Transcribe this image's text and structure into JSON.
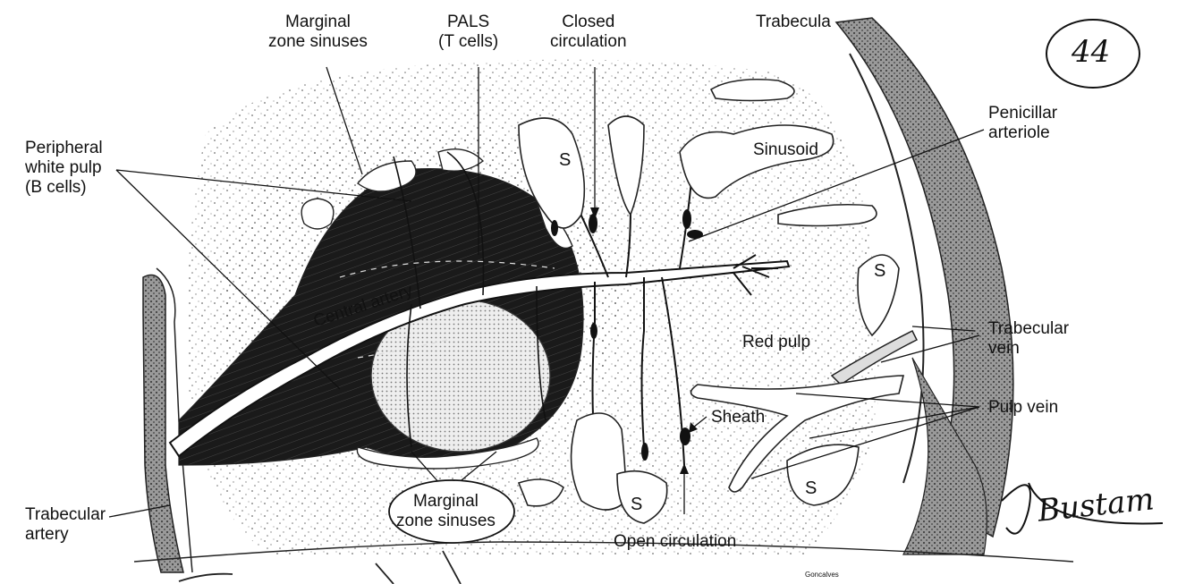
{
  "labels": {
    "marginal_zone_sinuses_top_1": "Marginal",
    "marginal_zone_sinuses_top_2": "zone sinuses",
    "pals_1": "PALS",
    "pals_2": "(T cells)",
    "closed_circulation_1": "Closed",
    "closed_circulation_2": "circulation",
    "trabecula": "Trabecula",
    "penicillar_arteriole_1": "Penicillar",
    "penicillar_arteriole_2": "arteriole",
    "peripheral_white_pulp_1": "Peripheral",
    "peripheral_white_pulp_2": "white pulp",
    "peripheral_white_pulp_3": "(B cells)",
    "sinusoid": "Sinusoid",
    "central_artery": "Central artery",
    "red_pulp": "Red pulp",
    "trabecular_vein_1": "Trabecular",
    "trabecular_vein_2": "vein",
    "pulp_vein": "Pulp vein",
    "sheath": "Sheath",
    "trabecular_artery_1": "Trabecular",
    "trabecular_artery_2": "artery",
    "marginal_zone_sinuses_bottom_1": "Marginal",
    "marginal_zone_sinuses_bottom_2": "zone sinuses",
    "open_circulation": "Open circulation",
    "sinus_s": "S"
  },
  "page_number": "44",
  "signature": "Bustam",
  "artist_credit": "Goncalves"
}
